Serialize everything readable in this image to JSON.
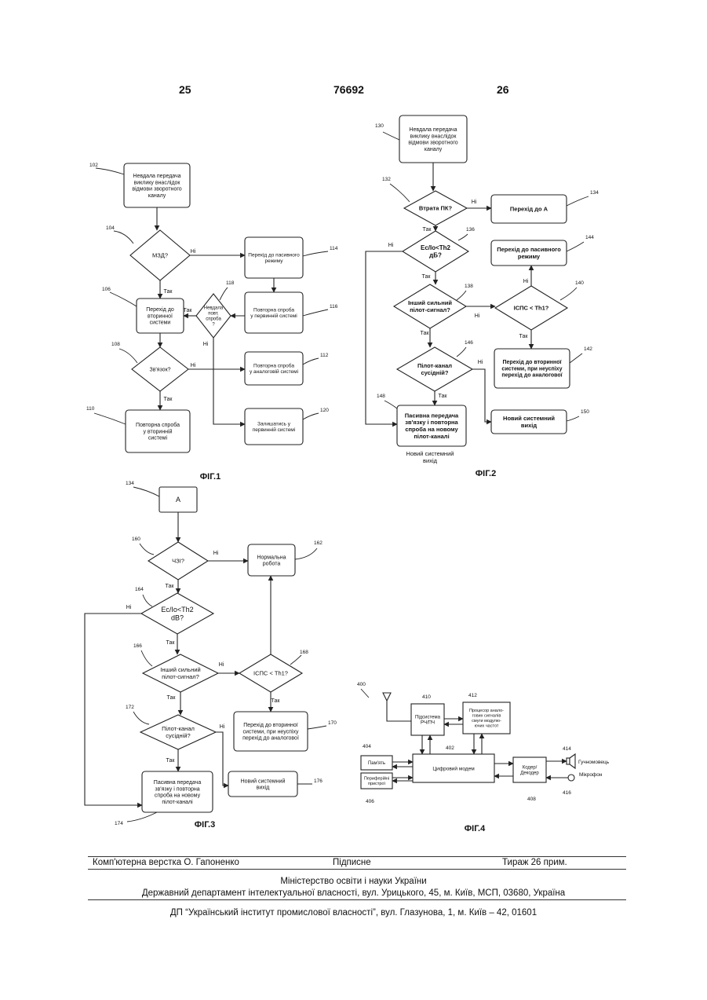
{
  "page_header": {
    "left": "25",
    "center": "76692",
    "right": "26"
  },
  "fig1": {
    "caption": "ФІГ.1",
    "n102": {
      "ref": "102",
      "lines": [
        "Невдала передача",
        "виклику внаслідок",
        "відмови зворотного",
        "каналу"
      ]
    },
    "n104": {
      "ref": "104",
      "lines": [
        "МЗД?"
      ]
    },
    "n106": {
      "ref": "106",
      "lines": [
        "Перехід до",
        "вторинної",
        "системи"
      ]
    },
    "n108": {
      "ref": "108",
      "lines": [
        "Зв'язок?"
      ]
    },
    "n110": {
      "ref": "110",
      "lines": [
        "Повторна спроба",
        "у вторинній",
        "системі"
      ]
    },
    "n114": {
      "ref": "114",
      "lines": [
        "Перехід до пасивного",
        "режиму"
      ]
    },
    "n116": {
      "ref": "116",
      "lines": [
        "Повторна спроба",
        "у первинній системі"
      ]
    },
    "n118": {
      "ref": "118",
      "lines": [
        "Невдала",
        "повт.",
        "спроба",
        "?"
      ]
    },
    "n112": {
      "ref": "112",
      "lines": [
        "Повторна спроба",
        "у аналоговій системі"
      ]
    },
    "n120": {
      "ref": "120",
      "lines": [
        "Залишатись у",
        "первинній системі"
      ]
    },
    "labels": {
      "e104_no": "Ні",
      "e104_yes": "Так",
      "e118_yes": "Так",
      "e118_no": "Ні",
      "e108_no": "Ні",
      "e108_yes": "Так"
    }
  },
  "fig2": {
    "caption": "ФІГ.2",
    "n130": {
      "ref": "130",
      "lines": [
        "Невдала передача",
        "виклику внаслідок",
        "відмови зворотного",
        "каналу"
      ]
    },
    "n132": {
      "ref": "132",
      "lines": [
        "Втрата ПК?"
      ]
    },
    "n134": {
      "ref": "134",
      "lines": [
        "Перехід до А"
      ]
    },
    "n136": {
      "ref": "136",
      "lines": [
        "Ec/Io<Th2",
        "дБ?"
      ]
    },
    "n144": {
      "ref": "144",
      "lines": [
        "Перехід до пасивного",
        "режиму"
      ]
    },
    "n138": {
      "ref": "138",
      "lines": [
        "Інший сильний",
        "пілот-сигнал?"
      ]
    },
    "n140": {
      "ref": "140",
      "lines": [
        "ІСПС < Th1?"
      ]
    },
    "n146": {
      "ref": "146",
      "lines": [
        "Пілот-канал",
        "сусідній?"
      ]
    },
    "n142": {
      "ref": "142",
      "lines": [
        "Перехід до вторинної",
        "системи, при неуспіху",
        "перехід до аналогової"
      ]
    },
    "n148": {
      "ref": "148",
      "lines": [
        "Пасивна передача",
        "зв'язку і повторна",
        "спроба на новому",
        "пілот-каналі"
      ]
    },
    "n150": {
      "ref": "150",
      "lines": [
        "Новий системний",
        "вихід"
      ]
    },
    "exit_note": [
      "Новий системний",
      "вихід"
    ],
    "labels": {
      "e132_no": "Ні",
      "e132_yes": "Так",
      "e136_no": "Ні",
      "e136_yes": "Так",
      "e138_no": "Ні",
      "e138_yes": "Так",
      "e140_no": "Ні",
      "e140_yes": "Так",
      "e146_no": "Ні",
      "e146_yes": "Так"
    }
  },
  "fig3": {
    "caption": "ФІГ.3",
    "n134": {
      "ref": "134",
      "lines": [
        "A"
      ]
    },
    "n160": {
      "ref": "160",
      "lines": [
        "ЧЗІ?"
      ]
    },
    "n162": {
      "ref": "162",
      "lines": [
        "Нормальна",
        "робота"
      ]
    },
    "n164": {
      "ref": "164",
      "lines": [
        "Ec/Io<Th2",
        "dB?"
      ]
    },
    "n166": {
      "ref": "166",
      "lines": [
        "Інший сильний",
        "пілот-сигнал?"
      ]
    },
    "n168": {
      "ref": "168",
      "lines": [
        "ІСПС < Th1?"
      ]
    },
    "n172": {
      "ref": "172",
      "lines": [
        "Пілот-канал",
        "сусідній?"
      ]
    },
    "n170": {
      "ref": "170",
      "lines": [
        "Перехід до вторинної",
        "системи, при неуспіху",
        "перехід до аналогової"
      ]
    },
    "n174": {
      "ref": "174",
      "lines": [
        "Пасивна передача",
        "зв'язку і повторна",
        "спроба на новому",
        "пілот-каналі"
      ]
    },
    "n176": {
      "ref": "176",
      "lines": [
        "Новий системний",
        "вихід"
      ]
    },
    "labels": {
      "e160_no": "Ні",
      "e160_yes": "Так",
      "e164_no": "Ні",
      "e164_yes": "Так",
      "e166_no": "Ні",
      "e166_yes": "Так",
      "e168_yes": "Так",
      "e172_no": "Ні",
      "e172_yes": "Так"
    }
  },
  "fig4": {
    "caption": "ФІГ.4",
    "ref400": "400",
    "n410": {
      "ref": "410",
      "lines": [
        "Підсистема",
        "РЧ/ПЧ"
      ]
    },
    "n412": {
      "ref": "412",
      "lines": [
        "Процесор анало-",
        "гових сигналів",
        "смуги модулю-",
        "ючих частот"
      ]
    },
    "n402": {
      "ref": "402",
      "lines": [
        "Цифровий модем"
      ]
    },
    "n404": {
      "ref": "404",
      "lines": [
        "Пам'ять"
      ]
    },
    "n406": {
      "ref": "406",
      "lines": [
        "Периферійні",
        "пристрої"
      ]
    },
    "n408": {
      "ref": "408",
      "lines": [
        "Кодер/",
        "Декодер"
      ]
    },
    "n414": {
      "ref": "414",
      "lines": [
        "Гучномовець"
      ]
    },
    "n416": {
      "ref": "416",
      "lines": [
        "Мікрофон"
      ]
    }
  },
  "footer": {
    "composer": "Комп'ютерна верстка О. Гапоненко",
    "signed": "Підписне",
    "print_run": "Тираж 26 прим.",
    "ministry": "Міністерство освіти і науки України",
    "department": "Державний департамент інтелектуальної власності, вул. Урицького, 45, м. Київ, МСП, 03680, Україна",
    "institute": "ДП “Український інститут промислової власності”, вул. Глазунова, 1, м. Київ – 42, 01601"
  }
}
